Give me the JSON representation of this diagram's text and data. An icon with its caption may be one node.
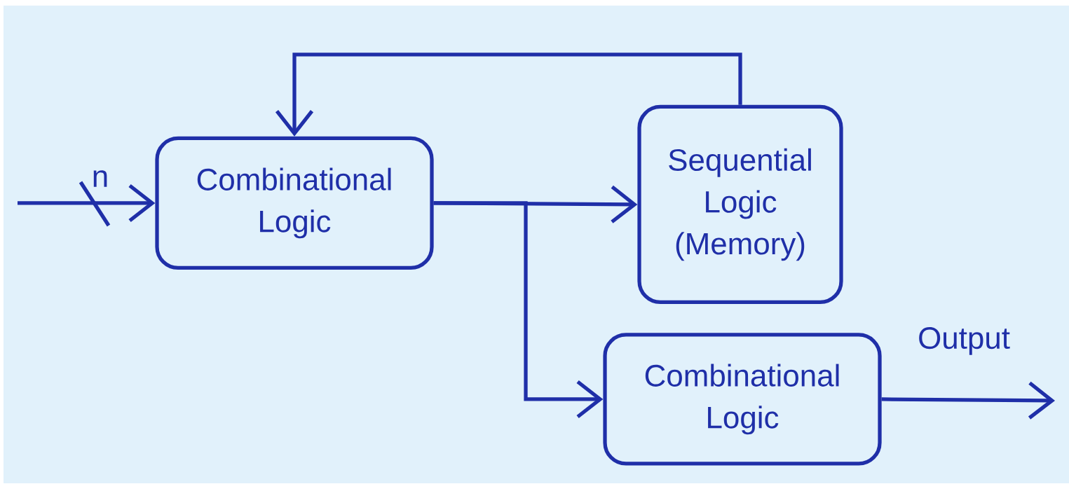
{
  "diagram": {
    "nodes": [
      {
        "text": [
          "Combinational Logic"
        ]
      },
      {
        "text": [
          "Sequential Logic (Memory)"
        ]
      },
      {
        "text": [
          "Combinational Logic"
        ]
      }
    ],
    "edges": [
      {
        "from": null,
        "to": 0,
        "arrow": "to",
        "label": "n"
      },
      {
        "from": 0,
        "to": 1,
        "arrow": "to"
      },
      {
        "from": 0,
        "to": 2,
        "arrow": "to"
      },
      {
        "from": 1,
        "to": 0,
        "arrow": "to"
      },
      {
        "from": 2,
        "to": null,
        "arrow": "to",
        "label": "Output"
      }
    ]
  }
}
